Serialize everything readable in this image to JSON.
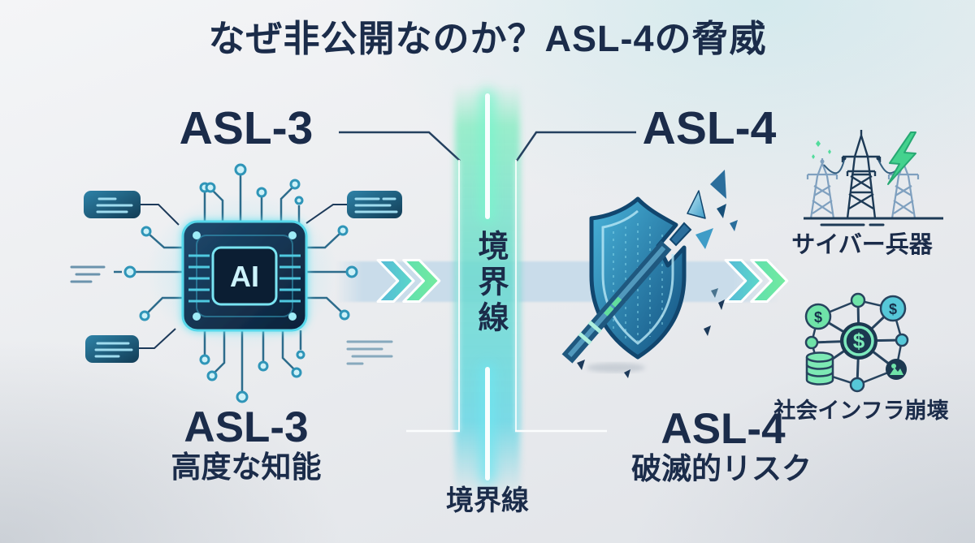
{
  "palette": {
    "heading_navy": "#1b2c4a",
    "boundary_green": "#8becc4",
    "boundary_cyan": "#66d6e4",
    "arrow_band_blue": "#c9dcea",
    "chip_glow_cyan": "#65e2f0",
    "shield_blue": "#2d7fb5",
    "lightning_green": "#44d28e",
    "network_green": "#6fe3a8",
    "network_teal": "#56c8d8"
  },
  "header": {
    "title": "なぜ非公開なのか？ASL-4の脅威"
  },
  "left": {
    "heading": "ASL-3",
    "chip_label": "AI",
    "footer_heading": "ASL-3",
    "footer_caption": "高度な知能"
  },
  "divider": {
    "vertical_label": "境界線",
    "bottom_label": "境界線"
  },
  "right": {
    "heading": "ASL-4",
    "footer_heading": "ASL-4",
    "footer_caption": "破滅的リスク"
  },
  "threats": [
    {
      "label": "サイバー兵器"
    },
    {
      "label": "社会インフラ崩壊"
    }
  ],
  "network": {
    "currency_symbol": "$"
  },
  "icons": {
    "chip": "ai-chip-icon",
    "shield": "broken-shield-icon",
    "grid": "power-grid-icon",
    "finance": "financial-network-icon",
    "lightning": "lightning-bolt-icon",
    "chevrons": "double-chevron-right-icon"
  }
}
